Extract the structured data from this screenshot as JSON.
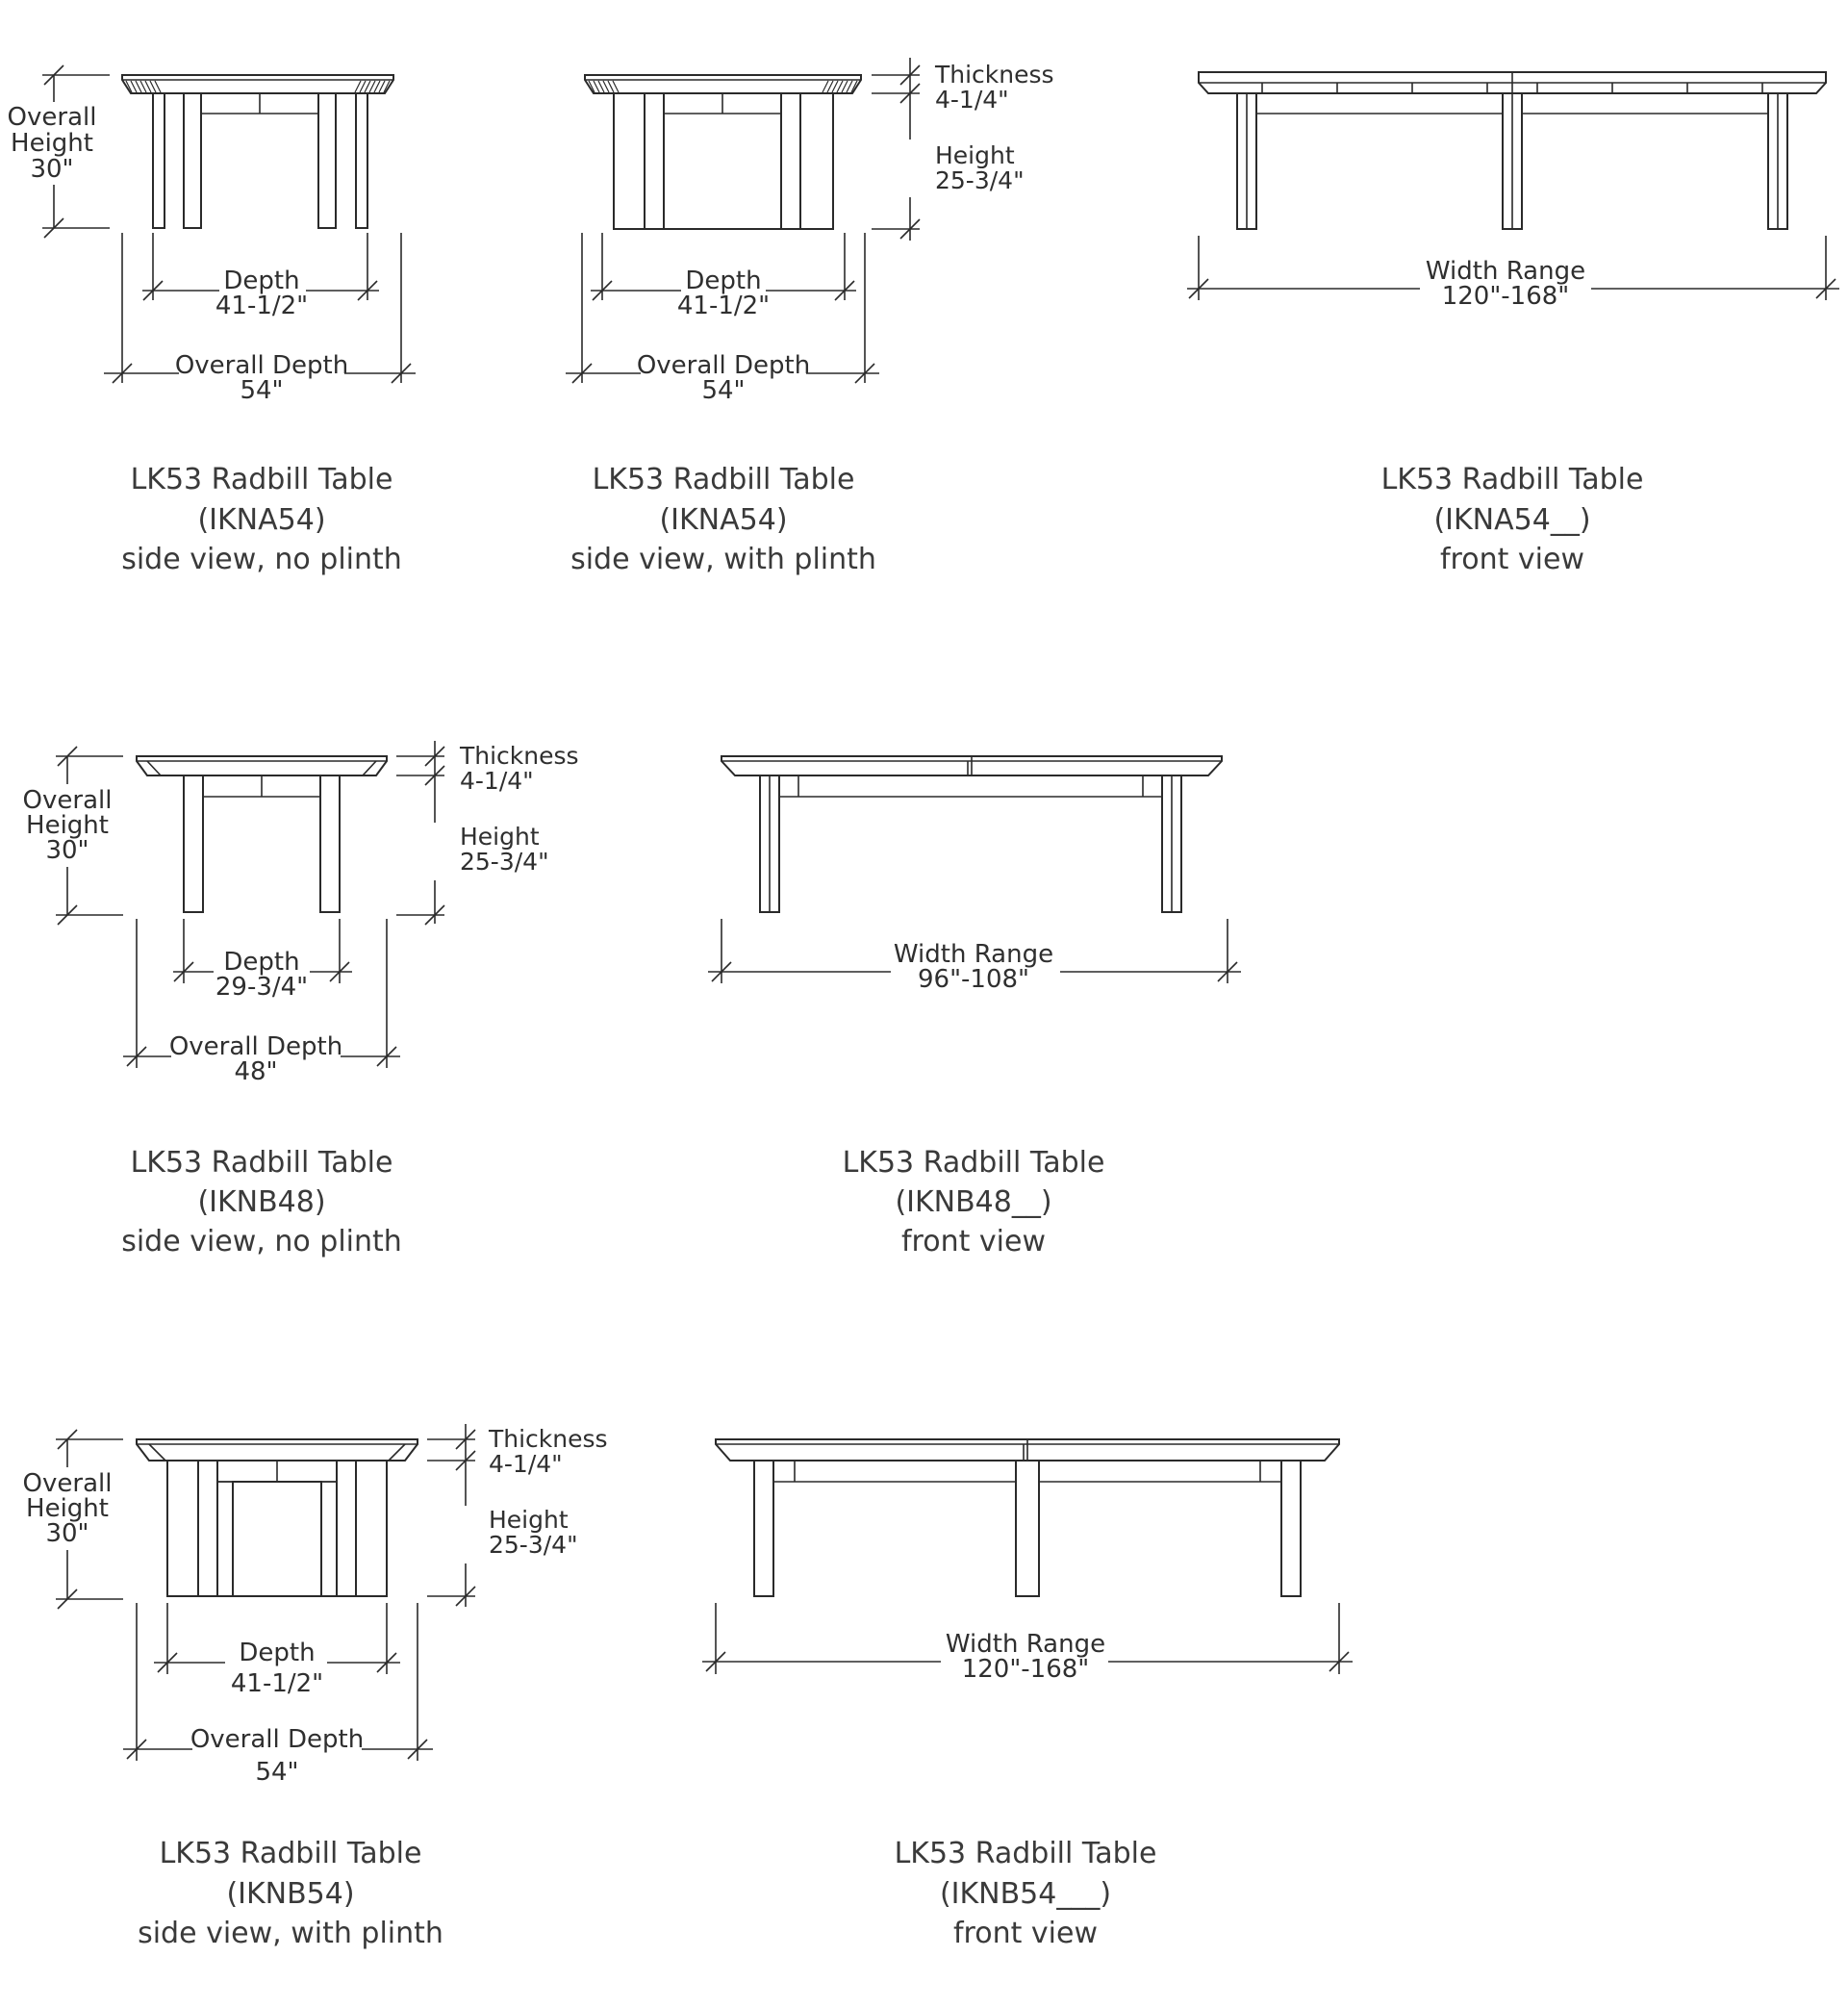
{
  "drawings": {
    "ikna54_side_no_plinth": {
      "overall_height_label": "Overall",
      "overall_height_label2": "Height",
      "overall_height_value": "30\"",
      "depth_label": "Depth",
      "depth_value": "41-1/2\"",
      "overall_depth_label": "Overall Depth",
      "overall_depth_value": "54\"",
      "caption_line1": "LK53 Radbill Table",
      "caption_line2": "(IKNA54)",
      "caption_line3": "side view, no plinth"
    },
    "ikna54_side_with_plinth": {
      "thickness_label": "Thickness",
      "thickness_value": "4-1/4\"",
      "height_label": "Height",
      "height_value": "25-3/4\"",
      "depth_label": "Depth",
      "depth_value": "41-1/2\"",
      "overall_depth_label": "Overall Depth",
      "overall_depth_value": "54\"",
      "caption_line1": "LK53 Radbill Table",
      "caption_line2": "(IKNA54)",
      "caption_line3": "side view, with plinth"
    },
    "ikna54_front": {
      "width_label": "Width Range",
      "width_value": "120\"-168\"",
      "caption_line1": "LK53 Radbill Table",
      "caption_line2": "(IKNA54__)",
      "caption_line3": "front view"
    },
    "iknb48_side_no_plinth": {
      "overall_height_label": "Overall",
      "overall_height_label2": "Height",
      "overall_height_value": "30\"",
      "thickness_label": "Thickness",
      "thickness_value": "4-1/4\"",
      "height_label": "Height",
      "height_value": "25-3/4\"",
      "depth_label": "Depth",
      "depth_value": "29-3/4\"",
      "overall_depth_label": "Overall Depth",
      "overall_depth_value": "48\"",
      "caption_line1": "LK53 Radbill Table",
      "caption_line2": "(IKNB48)",
      "caption_line3": "side view, no plinth"
    },
    "iknb48_front": {
      "width_label": "Width Range",
      "width_value": "96\"-108\"",
      "caption_line1": "LK53 Radbill Table",
      "caption_line2": "(IKNB48__)",
      "caption_line3": "front view"
    },
    "iknb54_side_with_plinth": {
      "overall_height_label": "Overall",
      "overall_height_label2": "Height",
      "overall_height_value": "30\"",
      "thickness_label": "Thickness",
      "thickness_value": "4-1/4\"",
      "height_label": "Height",
      "height_value": "25-3/4\"",
      "depth_label": "Depth",
      "depth_value": "41-1/2\"",
      "overall_depth_label": "Overall Depth",
      "overall_depth_value": "54\"",
      "caption_line1": "LK53 Radbill Table",
      "caption_line2": "(IKNB54)",
      "caption_line3": "side view, with plinth"
    },
    "iknb54_front": {
      "width_label": "Width Range",
      "width_value": "120\"-168\"",
      "caption_line1": "LK53 Radbill Table",
      "caption_line2": "(IKNB54___)",
      "caption_line3": "front view"
    }
  }
}
